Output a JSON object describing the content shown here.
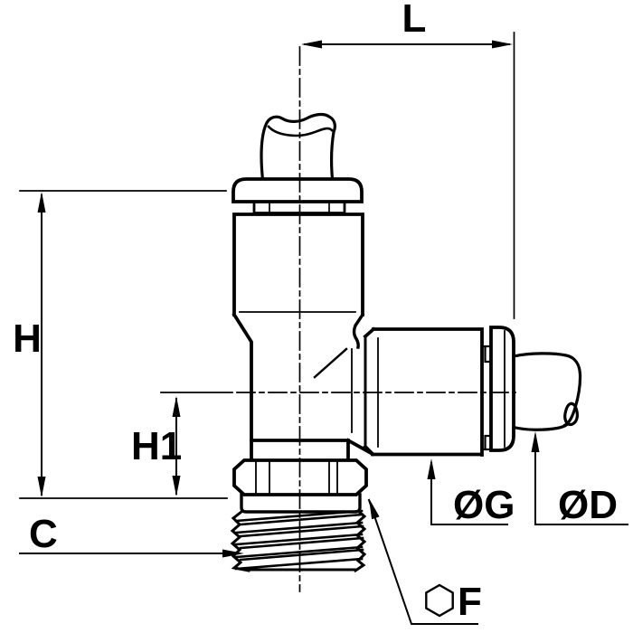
{
  "page": {
    "background": "#ffffff",
    "line_color": "#000000"
  },
  "labels": {
    "L": "L",
    "H": "H",
    "H1": "H1",
    "C": "C",
    "OG": "ØG",
    "OD": "ØD",
    "F": "F"
  },
  "symbols": {
    "hex_across_flats": "hexagon"
  }
}
